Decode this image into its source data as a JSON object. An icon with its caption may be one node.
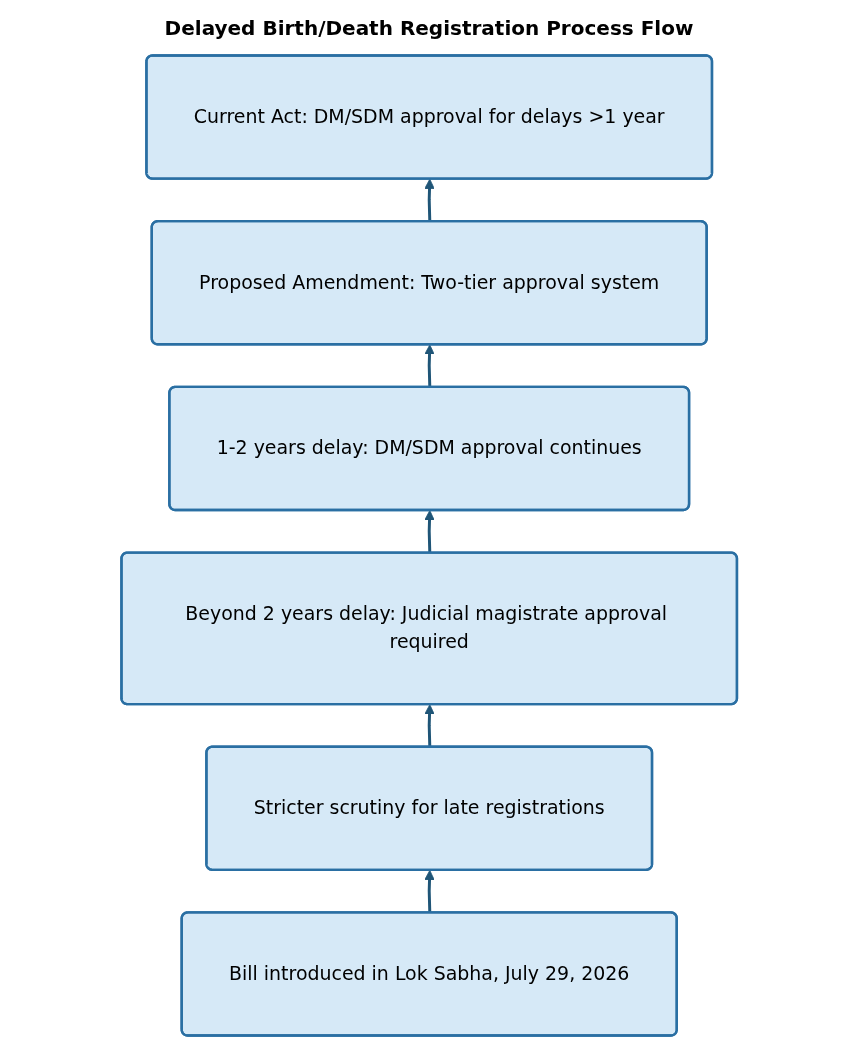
{
  "diagram": {
    "title": "Delayed Birth/Death Registration Process Flow",
    "nodes": [
      {
        "text": [
          "Current Act: DM/SDM approval for delays >1 year"
        ]
      },
      {
        "text": [
          "Proposed Amendment: Two-tier approval system"
        ]
      },
      {
        "text": [
          "1-2 years delay: DM/SDM approval continues"
        ]
      },
      {
        "text": [
          "Beyond 2 years delay: Judicial magistrate approval required"
        ]
      },
      {
        "text": [
          "Stricter scrutiny for late registrations"
        ]
      },
      {
        "text": [
          "Bill introduced in Lok Sabha, July 29, 2026"
        ]
      }
    ],
    "edges": [
      {
        "from": 1,
        "to": 0,
        "arrow": "to"
      },
      {
        "from": 2,
        "to": 1,
        "arrow": "to"
      },
      {
        "from": 3,
        "to": 2,
        "arrow": "to"
      },
      {
        "from": 4,
        "to": 3,
        "arrow": "to"
      },
      {
        "from": 5,
        "to": 4,
        "arrow": "to"
      }
    ]
  }
}
